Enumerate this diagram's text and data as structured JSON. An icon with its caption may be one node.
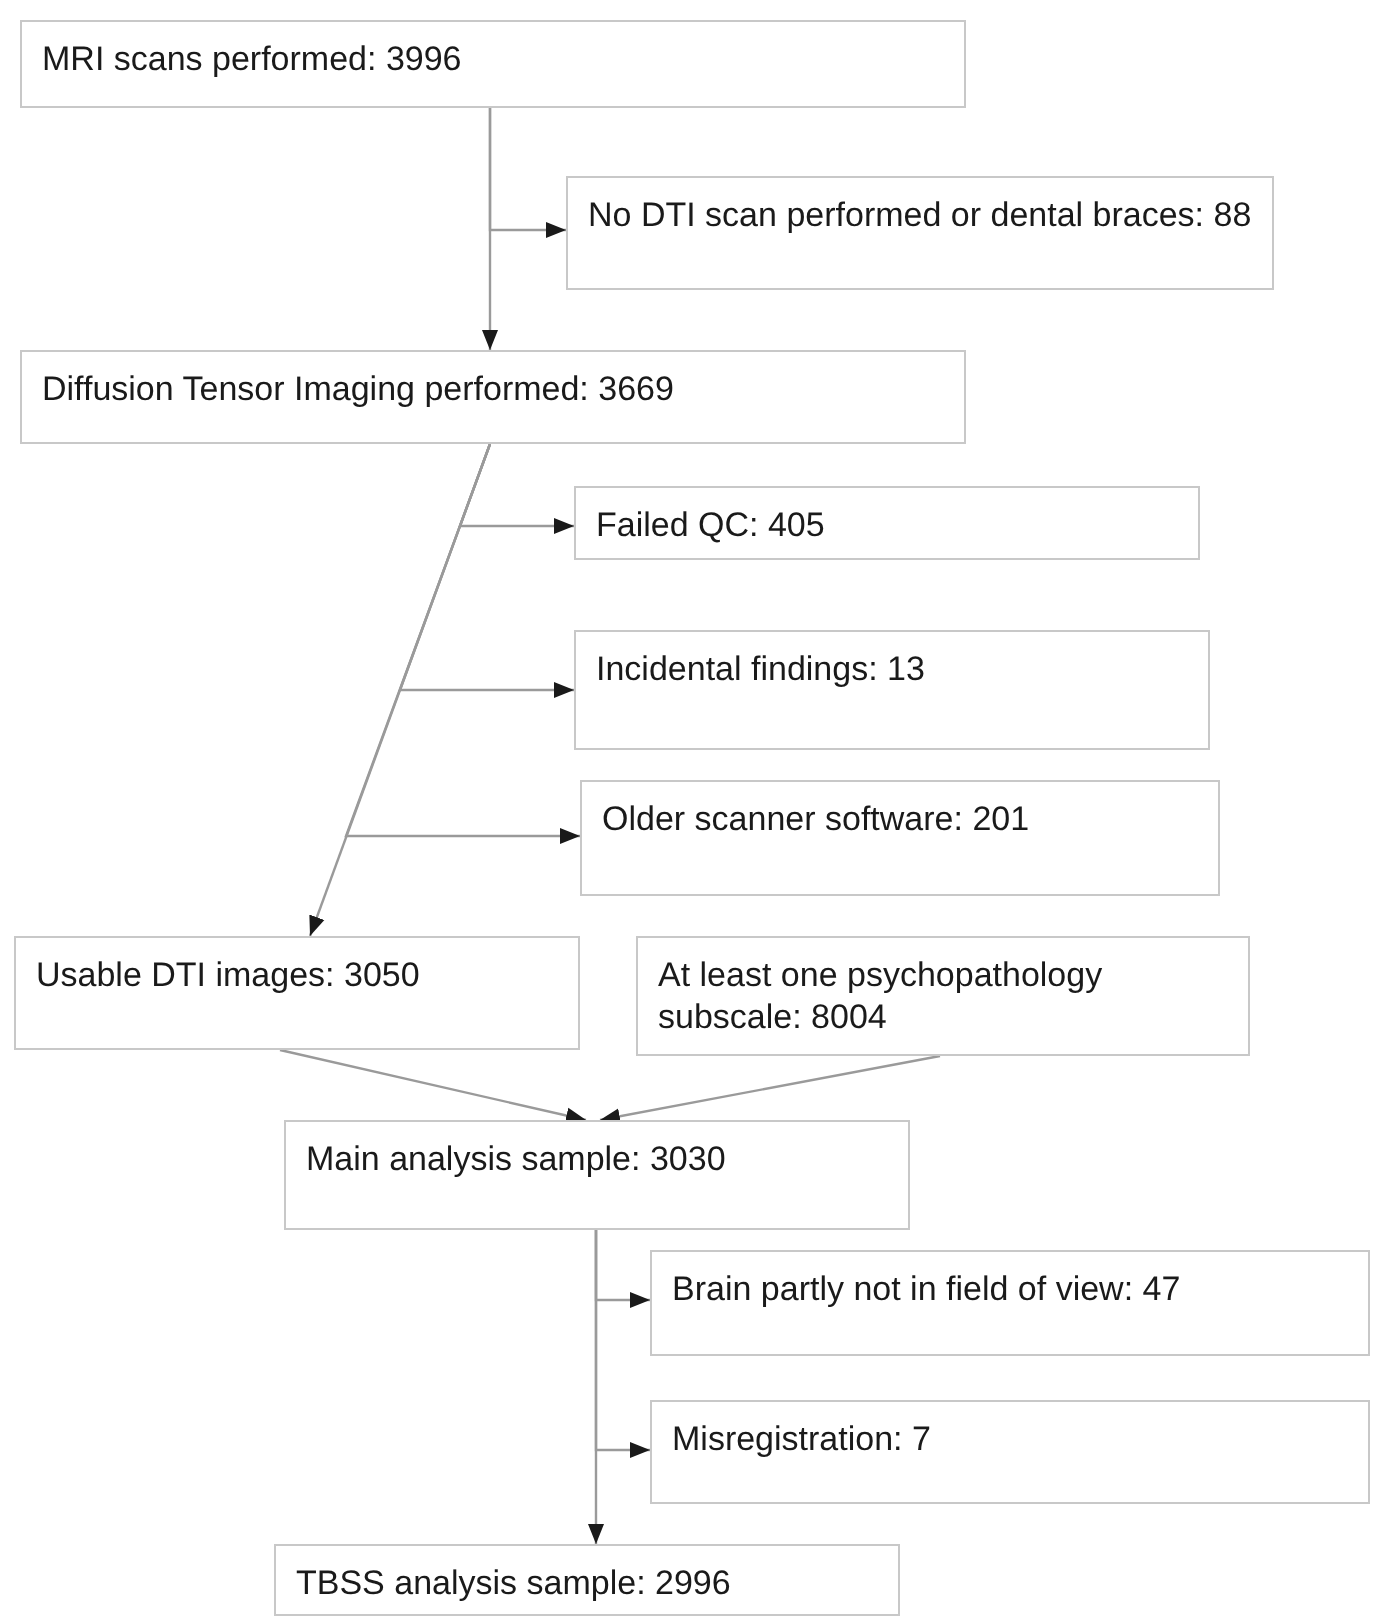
{
  "diagram": {
    "nodes": [
      {
        "text": [
          "MRI scans performed: 3996"
        ]
      },
      {
        "text": [
          "No DTI scan performed or dental braces: 88"
        ]
      },
      {
        "text": [
          "Diffusion Tensor Imaging performed: 3669"
        ]
      },
      {
        "text": [
          "Failed QC: 405"
        ]
      },
      {
        "text": [
          "Incidental findings: 13"
        ]
      },
      {
        "text": [
          "Older scanner software: 201"
        ]
      },
      {
        "text": [
          "Usable DTI images: 3050"
        ]
      },
      {
        "text": [
          "At least one psychopathology subscale: 8004"
        ]
      },
      {
        "text": [
          "Main analysis sample: 3030"
        ]
      },
      {
        "text": [
          "Brain partly not in field of view: 47"
        ]
      },
      {
        "text": [
          "Misregistration: 7"
        ]
      },
      {
        "text": [
          "TBSS analysis sample: 2996"
        ]
      }
    ],
    "edges": [
      {
        "from": 0,
        "to": 1,
        "arrow": "to"
      },
      {
        "from": 0,
        "to": 2,
        "arrow": "to"
      },
      {
        "from": 2,
        "to": 3,
        "arrow": "to"
      },
      {
        "from": 2,
        "to": 4,
        "arrow": "to"
      },
      {
        "from": 2,
        "to": 5,
        "arrow": "to"
      },
      {
        "from": 2,
        "to": 6,
        "arrow": "to"
      },
      {
        "from": 6,
        "to": 8,
        "arrow": "to"
      },
      {
        "from": 7,
        "to": 8,
        "arrow": "to"
      },
      {
        "from": 8,
        "to": 9,
        "arrow": "to"
      },
      {
        "from": 8,
        "to": 10,
        "arrow": "to"
      },
      {
        "from": 8,
        "to": 11,
        "arrow": "to"
      }
    ]
  }
}
